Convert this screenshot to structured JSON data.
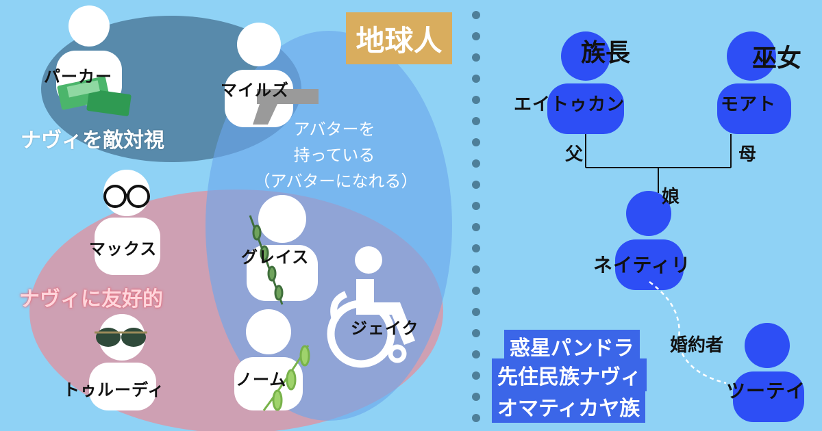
{
  "groups": {
    "hostile": "ナヴィを敵対視",
    "friendly": "ナヴィに友好的",
    "avatar_line1": "アバターを",
    "avatar_line2": "持っている",
    "avatar_line3": "（アバターになれる）",
    "earthlings": "地球人"
  },
  "humans": {
    "parker": "パーカー",
    "miles": "マイルズ",
    "max": "マックス",
    "grace": "グレイス",
    "jake": "ジェイク",
    "trudy": "トゥルーディ",
    "norm": "ノーム"
  },
  "navi": {
    "tribe_lines": [
      "惑星パンドラ",
      "先住民族ナヴィ",
      "オマティカヤ族"
    ],
    "chief_role": "族長",
    "chief_name": "エイトゥカン",
    "shaman_role": "巫女",
    "shaman_name": "モアト",
    "father": "父",
    "mother": "母",
    "daughter": "娘",
    "neytiri": "ネイティリ",
    "fiance": "婚約者",
    "tsutey": "ツーテイ"
  },
  "colors": {
    "background": "#8fd2f5",
    "hostile_ellipse": "#4f7e9e",
    "avatar_ellipse": "#6aa6ec",
    "friendly_ellipse": "#d59aac",
    "earthling_badge": "#d9ad5e",
    "navi_blue": "#2d4ef5",
    "navi_box": "#3b66e8"
  }
}
